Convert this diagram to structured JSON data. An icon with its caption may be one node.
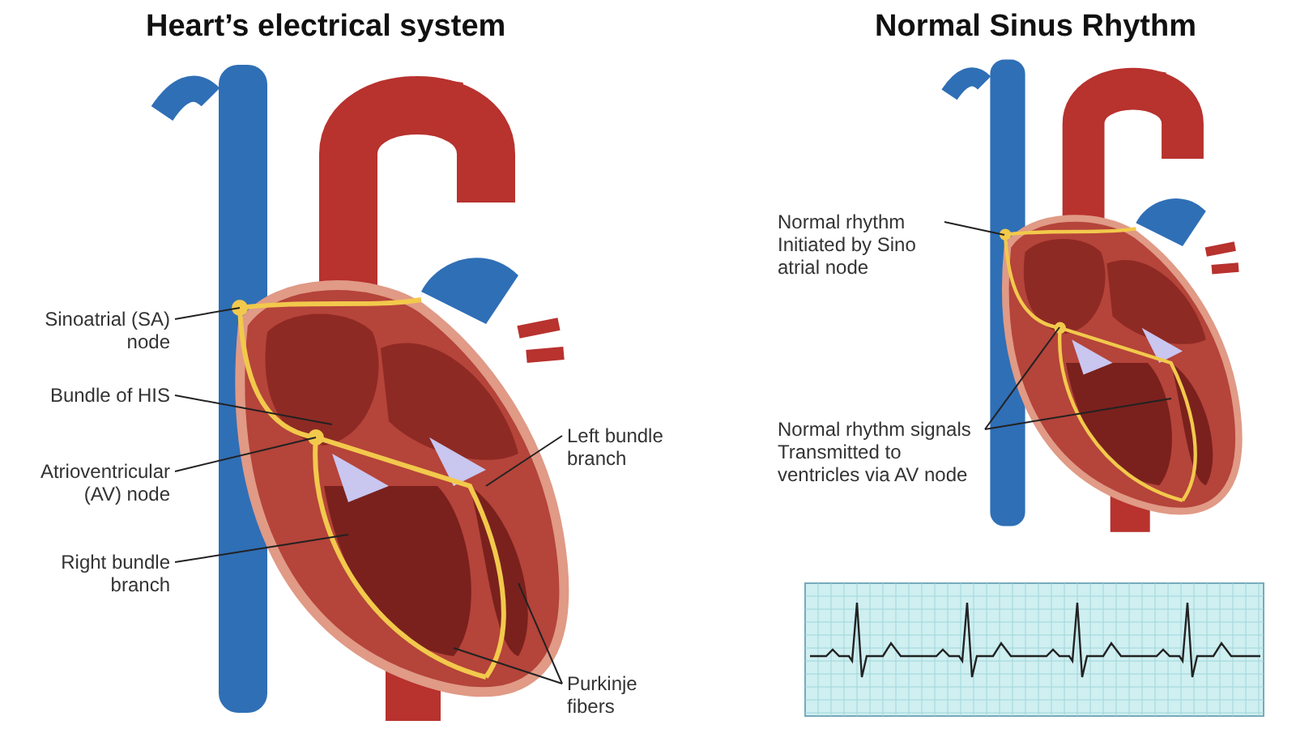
{
  "diagram": {
    "nodes": [
      {
        "text": [
          "Sinoatrial (SA) node"
        ]
      },
      {
        "text": [
          "Bundle of HIS"
        ]
      },
      {
        "text": [
          "Atrioventricular (AV) node"
        ]
      },
      {
        "text": [
          "Right bundle branch"
        ]
      },
      {
        "text": [
          "Left bundle branch"
        ]
      },
      {
        "text": [
          "Purkinje fibers"
        ]
      },
      {
        "text": [
          "Normal rhythm Initiated by Sino atrial node"
        ]
      },
      {
        "text": [
          "Normal rhythm signals Transmitted to ventricles via AV node"
        ]
      }
    ],
    "edges": [
      {
        "from": 0,
        "to": null,
        "arrow": "none"
      },
      {
        "from": 1,
        "to": null,
        "arrow": "none"
      },
      {
        "from": 2,
        "to": null,
        "arrow": "none"
      },
      {
        "from": 3,
        "to": null,
        "arrow": "none"
      },
      {
        "from": 4,
        "to": null,
        "arrow": "none"
      },
      {
        "from": 5,
        "to": null,
        "arrow": "none"
      },
      {
        "from": 5,
        "to": null,
        "arrow": "none"
      },
      {
        "from": 6,
        "to": null,
        "arrow": "none"
      },
      {
        "from": 7,
        "to": null,
        "arrow": "none"
      },
      {
        "from": 7,
        "to": null,
        "arrow": "none"
      }
    ],
    "labels": [
      "Heart’s electrical system",
      "Normal Sinus Rhythm"
    ]
  }
}
